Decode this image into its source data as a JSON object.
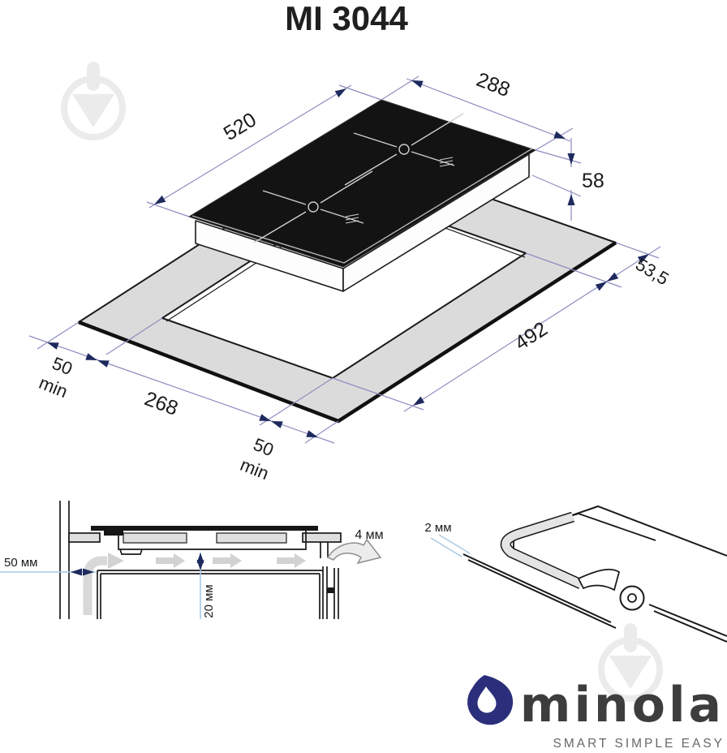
{
  "title": "MI 3044",
  "diagram": {
    "hob_length": "520",
    "hob_width": "288",
    "hob_height": "58",
    "cutout_offset": "53,5",
    "cutout_length": "492",
    "cutout_width": "268",
    "clearance_side_value": "50",
    "clearance_side_unit": "min",
    "clearance_front_value": "50",
    "clearance_front_unit": "min"
  },
  "installation": {
    "wall_clearance": "50 мм",
    "drawer_clearance": "20 мм",
    "vent_gap": "4 мм",
    "seal_thickness": "2 мм"
  },
  "brand": {
    "logo": "minola",
    "tagline": "SMART SIMPLE EASY"
  },
  "colors": {
    "dimension_arrow": "#1e2a5e",
    "dimension_line": "#8d8cc0",
    "callout_blue": "#a9c9e4",
    "brand_blue": "#2b2e7a",
    "countertop_gray": "#dbdbdb",
    "glass_black": "#131313"
  }
}
